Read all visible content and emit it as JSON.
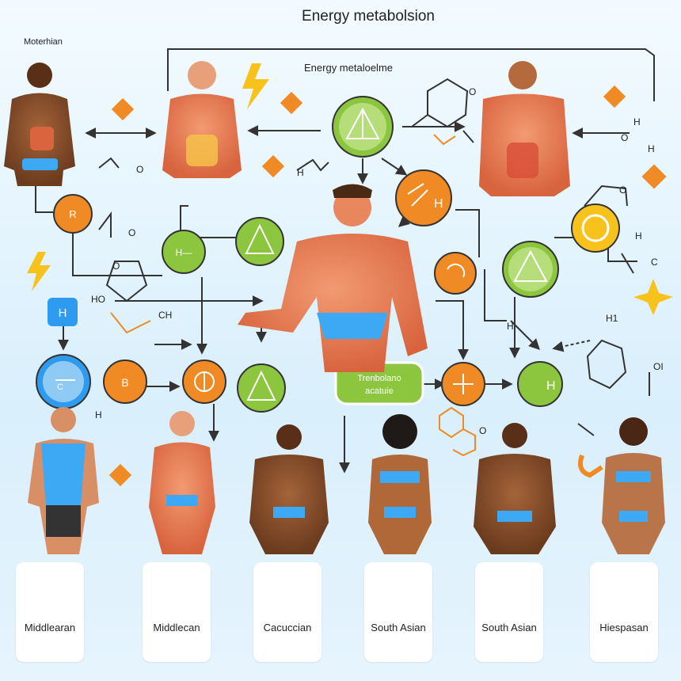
{
  "title": "Energy metabolsion",
  "subtitle": "Energy metaloelme",
  "corner_label": "Moterhian",
  "center_badge": {
    "line1": "Trenbolano",
    "line2": "acatuie"
  },
  "node_labels": {
    "orange_left": "R",
    "orange_top": "H",
    "orange_b": "B",
    "green_left": "H—",
    "green_bottom_right": "H",
    "blue_side": "H",
    "blue_circle": "C"
  },
  "chem_labels": [
    "R",
    "O",
    "O",
    "O",
    "O",
    "HO",
    "CH",
    "H",
    "H",
    "H",
    "O",
    "H",
    "O",
    "H",
    "H",
    "C",
    "H1",
    "O",
    "OI",
    "O"
  ],
  "population_labels": [
    "Middlearan",
    "Middlecan",
    "Cacuccian",
    "South Asian",
    "South Asian",
    "Hiespasan"
  ],
  "colors": {
    "orange": "#f08a24",
    "green": "#8cc63f",
    "blue": "#2e9bf0",
    "yellow": "#f7c21c",
    "skin_muscle": "#e87a55",
    "briefs": "#3da9f4",
    "arrow": "#333333"
  }
}
